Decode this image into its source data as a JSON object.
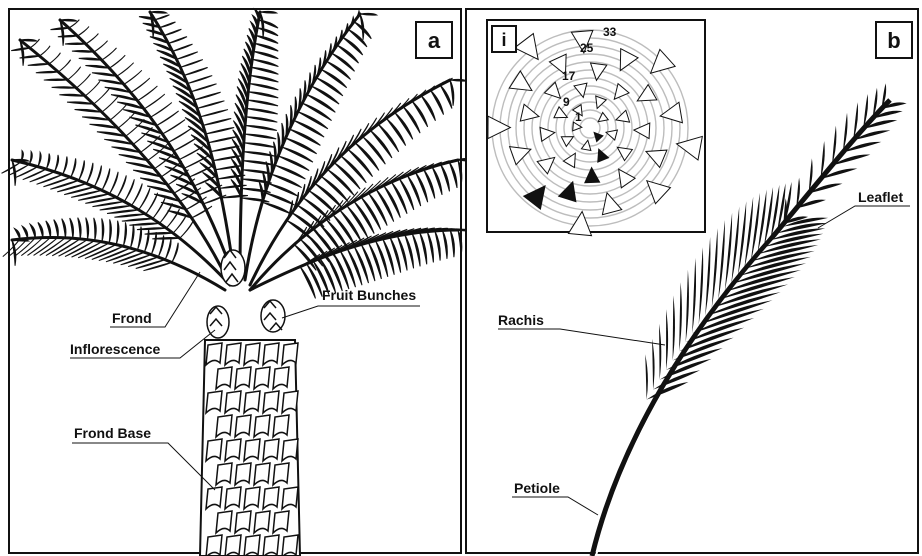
{
  "panel_a": {
    "tag": "a",
    "labels": {
      "frond": "Frond",
      "inflorescence": "Inflorescence",
      "frond_base": "Frond Base",
      "fruit_bunches": "Fruit Bunches"
    }
  },
  "panel_b": {
    "tag": "b",
    "labels": {
      "leaflet": "Leaflet",
      "rachis": "Rachis",
      "petiole": "Petiole"
    },
    "inset": {
      "tag": "i",
      "frond_numbers": [
        "1",
        "9",
        "17",
        "25",
        "33"
      ]
    }
  }
}
